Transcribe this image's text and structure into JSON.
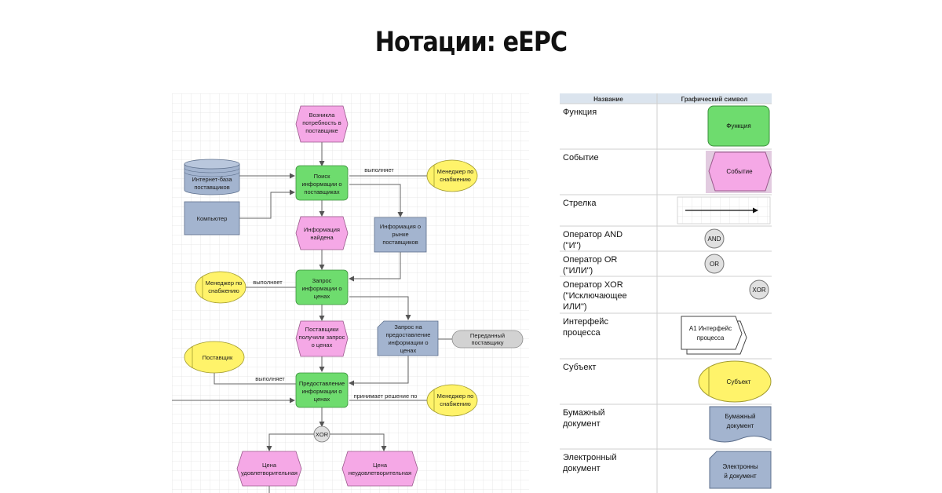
{
  "title": "Нотации: eEPC",
  "diagram": {
    "nodes": {
      "event_start": [
        "Возникла",
        "потребность в",
        "поставщике"
      ],
      "db_internet": [
        "Интернет-база",
        "поставщиков"
      ],
      "fn_search": [
        "Поиск",
        "информации о",
        "поставщиках"
      ],
      "edge_performs_1": "выполняет",
      "subj_manager_1": [
        "Менеджер по",
        "снабжению"
      ],
      "tech_computer": "Компьютер",
      "event_found": [
        "Информация",
        "найдена"
      ],
      "doc_market": [
        "Информация о",
        "рынке",
        "поставщиков"
      ],
      "subj_manager_2": [
        "Менеджер по",
        "снабжению"
      ],
      "edge_performs_2": "выполняет",
      "fn_request": [
        "Запрос",
        "информации о",
        "ценах"
      ],
      "event_received": [
        "Поставщики",
        "получили запрос",
        "о ценах"
      ],
      "edoc_request": [
        "Запрос на",
        "предоставление",
        "информации о",
        "ценах"
      ],
      "state_sent": [
        "Переданный",
        "поставщику"
      ],
      "subj_supplier": "Поставщик",
      "edge_performs_3": "выполняет",
      "fn_provide": [
        "Предоставление",
        "информации о",
        "ценах"
      ],
      "edge_decides": "принимает решение по",
      "subj_manager_3": [
        "Менеджер по",
        "снабжению"
      ],
      "op_xor": "XOR",
      "event_ok": [
        "Цена",
        "удовлетворительная"
      ],
      "event_not_ok": [
        "Цена",
        "неудовлетворительная"
      ]
    },
    "colors": {
      "function": "#6edc6e",
      "event": "#f5a8e6",
      "subject": "#fff36a",
      "document": "#a3b4cf",
      "operator": "#e0e0e0",
      "state": "#d2d2d2"
    }
  },
  "legend": {
    "headers": {
      "name": "Название",
      "symbol": "Графический символ"
    },
    "rows": {
      "function": {
        "name": [
          "Функция"
        ],
        "symbol": [
          "Функция"
        ]
      },
      "event": {
        "name": [
          "Событие"
        ],
        "symbol": [
          "Событие"
        ]
      },
      "arrow": {
        "name": [
          "Стрелка"
        ]
      },
      "and": {
        "name": [
          "Оператор AND",
          "(\"И\")"
        ],
        "symbol": [
          "AND"
        ]
      },
      "or": {
        "name": [
          "Оператор OR",
          "(\"ИЛИ\")"
        ],
        "symbol": [
          "OR"
        ]
      },
      "xor": {
        "name": [
          "Оператор XOR",
          "(\"Исключающее",
          "ИЛИ\")"
        ],
        "symbol": [
          "XOR"
        ]
      },
      "interface": {
        "name": [
          "Интерфейс",
          "процесса"
        ],
        "symbol": [
          "A1 Интерфейс",
          "процесса"
        ]
      },
      "subject": {
        "name": [
          "Субъект"
        ],
        "symbol": [
          "Субъект"
        ]
      },
      "paper_doc": {
        "name": [
          "Бумажный",
          "документ"
        ],
        "symbol": [
          "Бумажный",
          "документ"
        ]
      },
      "e_doc": {
        "name": [
          "Электронный",
          "документ"
        ],
        "symbol": [
          "Электронны",
          "й документ"
        ]
      }
    }
  }
}
